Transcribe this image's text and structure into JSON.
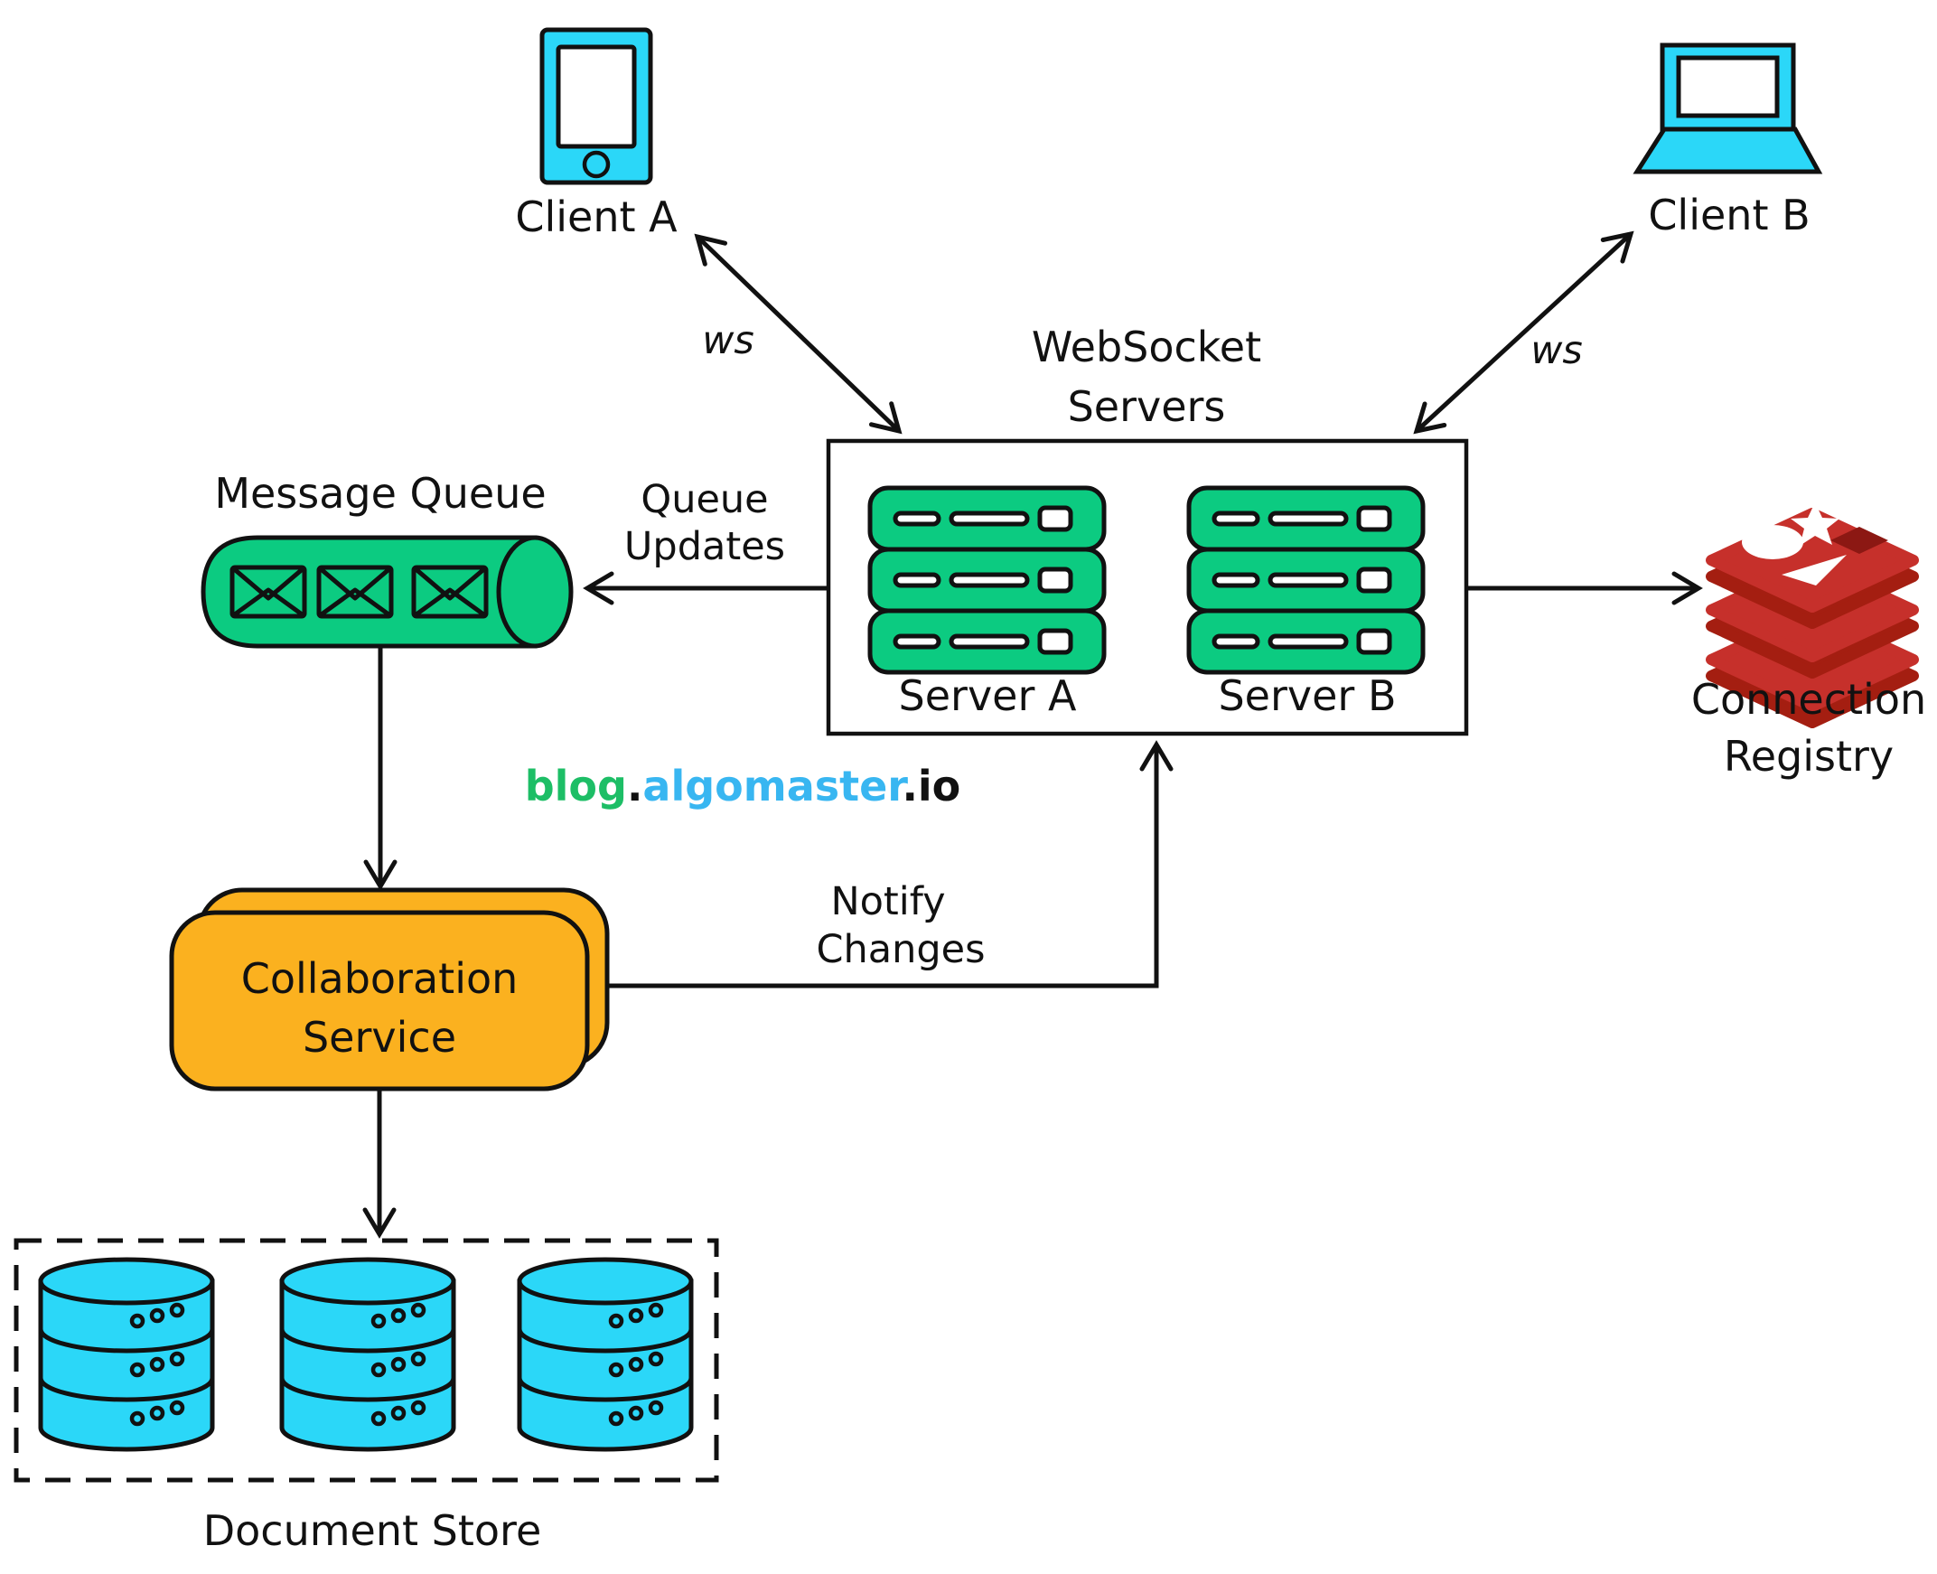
{
  "branding": {
    "blog": "blog",
    "dot": ".",
    "algomaster": "algomaster",
    "io": ".io"
  },
  "nodes": {
    "clientA": {
      "label": "Client A",
      "icon": "tablet-icon"
    },
    "clientB": {
      "label": "Client B",
      "icon": "laptop-icon"
    },
    "wsBox": {
      "titleLine1": "WebSocket",
      "titleLine2": "Servers",
      "serverA": "Server A",
      "serverB": "Server B"
    },
    "messageQueue": {
      "label": "Message Queue",
      "icon": "queue-cylinder-with-envelopes"
    },
    "connectionRegistry": {
      "line1": "Connection",
      "line2": "Registry",
      "icon": "redis-stack-icon"
    },
    "collaborationService": {
      "line1": "Collaboration",
      "line2": "Service"
    },
    "documentStore": {
      "label": "Document Store",
      "icon": "database-cylinders"
    }
  },
  "edges": {
    "wsA": {
      "label": "ws",
      "type": "double-arrow"
    },
    "wsB": {
      "label": "ws",
      "type": "double-arrow"
    },
    "queueUpdates": {
      "line1": "Queue",
      "line2": "Updates",
      "type": "arrow-left"
    },
    "toRegistry": {
      "type": "arrow-right"
    },
    "queueToCollab": {
      "type": "arrow-down"
    },
    "notifyChanges": {
      "line1": "Notify",
      "line2": "Changes",
      "type": "elbow-arrow-up"
    },
    "collabToStore": {
      "type": "arrow-down"
    }
  },
  "colors": {
    "cyan": "#2bd7f8",
    "green": "#0ccb81",
    "orange": "#fbb11f",
    "redisRed": "#c6302b",
    "redisDark": "#a41e11",
    "redisHole": "#8c1813",
    "ink": "#111111",
    "brandGreen": "#1dbe66",
    "brandBlue": "#38b6f1"
  }
}
